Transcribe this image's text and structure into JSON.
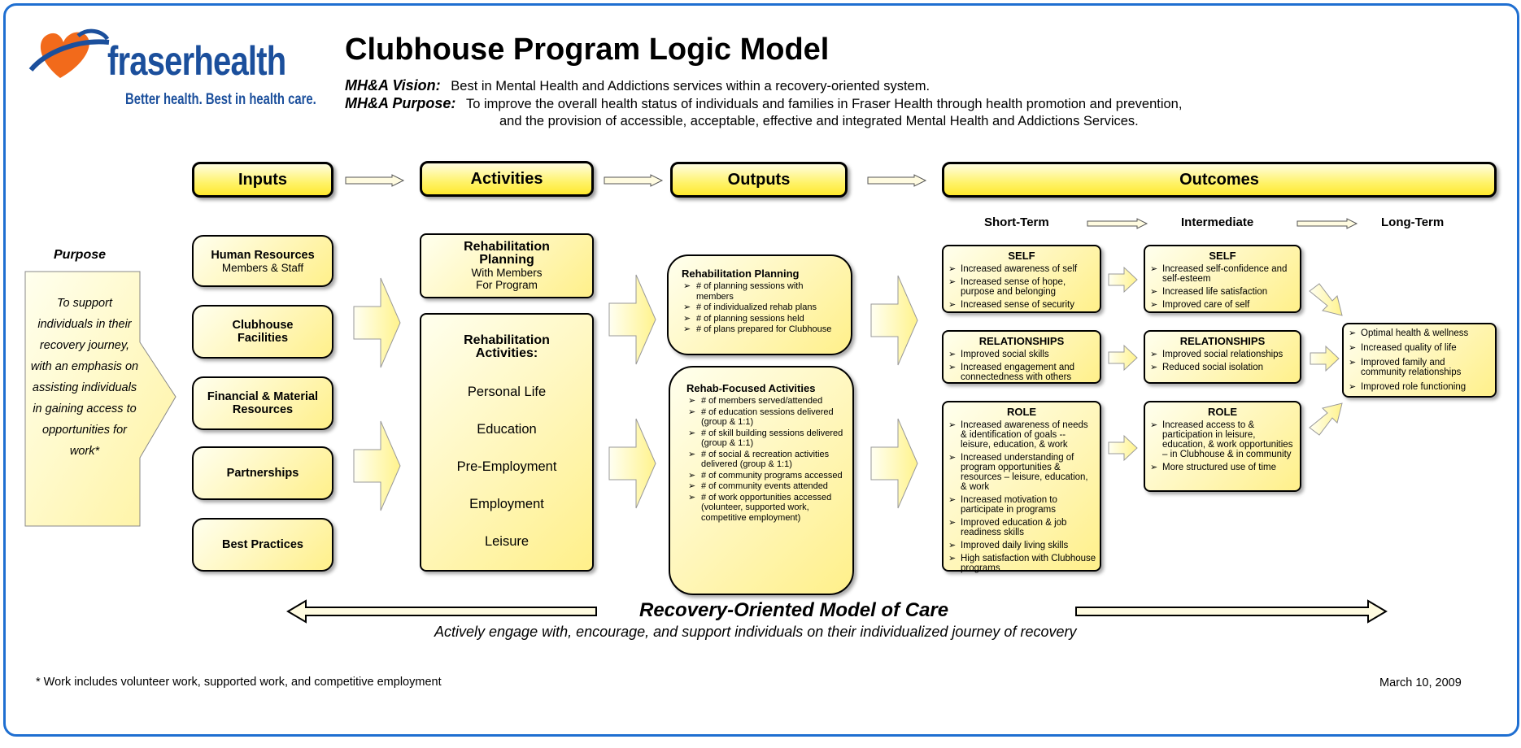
{
  "logo": {
    "name_part1": "fraser",
    "name_part2": "health",
    "tagline": "Better health. Best in health care."
  },
  "title": "Clubhouse Program Logic Model",
  "vision_label": "MH&A Vision:",
  "vision_text": "Best in Mental Health and Addictions services within a recovery-oriented system.",
  "purpose_label": "MH&A Purpose:",
  "purpose_text_1": "To improve the overall health status of individuals and families in Fraser Health through health promotion and prevention,",
  "purpose_text_2": "and the provision of accessible, acceptable, effective and integrated Mental Health and Addictions Services.",
  "headers": {
    "inputs": "Inputs",
    "activities": "Activities",
    "outputs": "Outputs",
    "outcomes": "Outcomes"
  },
  "terms": {
    "short": "Short-Term",
    "intermediate": "Intermediate",
    "long": "Long-Term"
  },
  "purpose_box": {
    "heading": "Purpose",
    "text": "To support individuals in their recovery journey, with an emphasis on assisting individuals in gaining access to opportunities for work*"
  },
  "inputs": [
    {
      "title": "Human Resources",
      "sub": "Members & Staff"
    },
    {
      "title": "Clubhouse Facilities",
      "sub": ""
    },
    {
      "title": "Financial & Material Resources",
      "sub": ""
    },
    {
      "title": "Partnerships",
      "sub": ""
    },
    {
      "title": "Best Practices",
      "sub": ""
    }
  ],
  "activities": {
    "planning_title": "Rehabilitation Planning",
    "planning_sub1": "With Members",
    "planning_sub2": "For Program",
    "rehab_title": "Rehabilitation Activities:",
    "items": [
      "Personal Life",
      "Education",
      "Pre-Employment",
      "Employment",
      "Leisure"
    ]
  },
  "outputs": {
    "planning_title": "Rehabilitation Planning",
    "planning_items": [
      "# of planning sessions with members",
      "# of individualized rehab plans",
      "# of planning sessions held",
      "# of plans prepared for Clubhouse"
    ],
    "rehab_title": "Rehab-Focused Activities",
    "rehab_items": [
      "# of members served/attended",
      "# of education sessions delivered (group & 1:1)",
      "# of skill building sessions delivered (group & 1:1)",
      "# of social & recreation activities delivered (group & 1:1)",
      "# of community programs accessed",
      "# of community events attended",
      "# of work opportunities accessed (volunteer, supported work, competitive employment)"
    ]
  },
  "short_term": {
    "self": {
      "title": "SELF",
      "items": [
        "Increased awareness of self",
        "Increased sense of hope, purpose and belonging",
        "Increased sense of security"
      ]
    },
    "relationships": {
      "title": "RELATIONSHIPS",
      "items": [
        "Improved social skills",
        "Increased engagement and connectedness with others"
      ]
    },
    "role": {
      "title": "ROLE",
      "items": [
        "Increased awareness of needs & identification of goals -- leisure, education, & work",
        "Increased understanding of program opportunities & resources – leisure, education, & work",
        "Increased motivation to participate in programs",
        "Improved education & job readiness skills",
        "Improved daily living skills",
        "High satisfaction with Clubhouse programs"
      ]
    }
  },
  "intermediate": {
    "self": {
      "title": "SELF",
      "items": [
        "Increased self-confidence and self-esteem",
        "Increased life satisfaction",
        "Improved care of self"
      ]
    },
    "relationships": {
      "title": "RELATIONSHIPS",
      "items": [
        "Improved social relationships",
        "Reduced social isolation"
      ]
    },
    "role": {
      "title": "ROLE",
      "items": [
        "Increased access to & participation in leisure, education, & work opportunities – in Clubhouse & in community",
        "More structured use of time"
      ]
    }
  },
  "long_term": {
    "items": [
      "Optimal health & wellness",
      "Increased quality of life",
      "Improved family and community relationships",
      "Improved role functioning"
    ]
  },
  "model_title": "Recovery-Oriented Model of Care",
  "model_subtitle": "Actively engage with, encourage, and support individuals on their individualized journey of recovery",
  "footnote": "* Work includes volunteer work, supported work, and competitive employment",
  "date": "March 10, 2009",
  "colors": {
    "frame": "#1f6fd1",
    "box_fill": "#fff6b8",
    "header_fill": "#fff36a",
    "logo_blue": "#1b4f9c",
    "logo_orange": "#f26a1b"
  }
}
